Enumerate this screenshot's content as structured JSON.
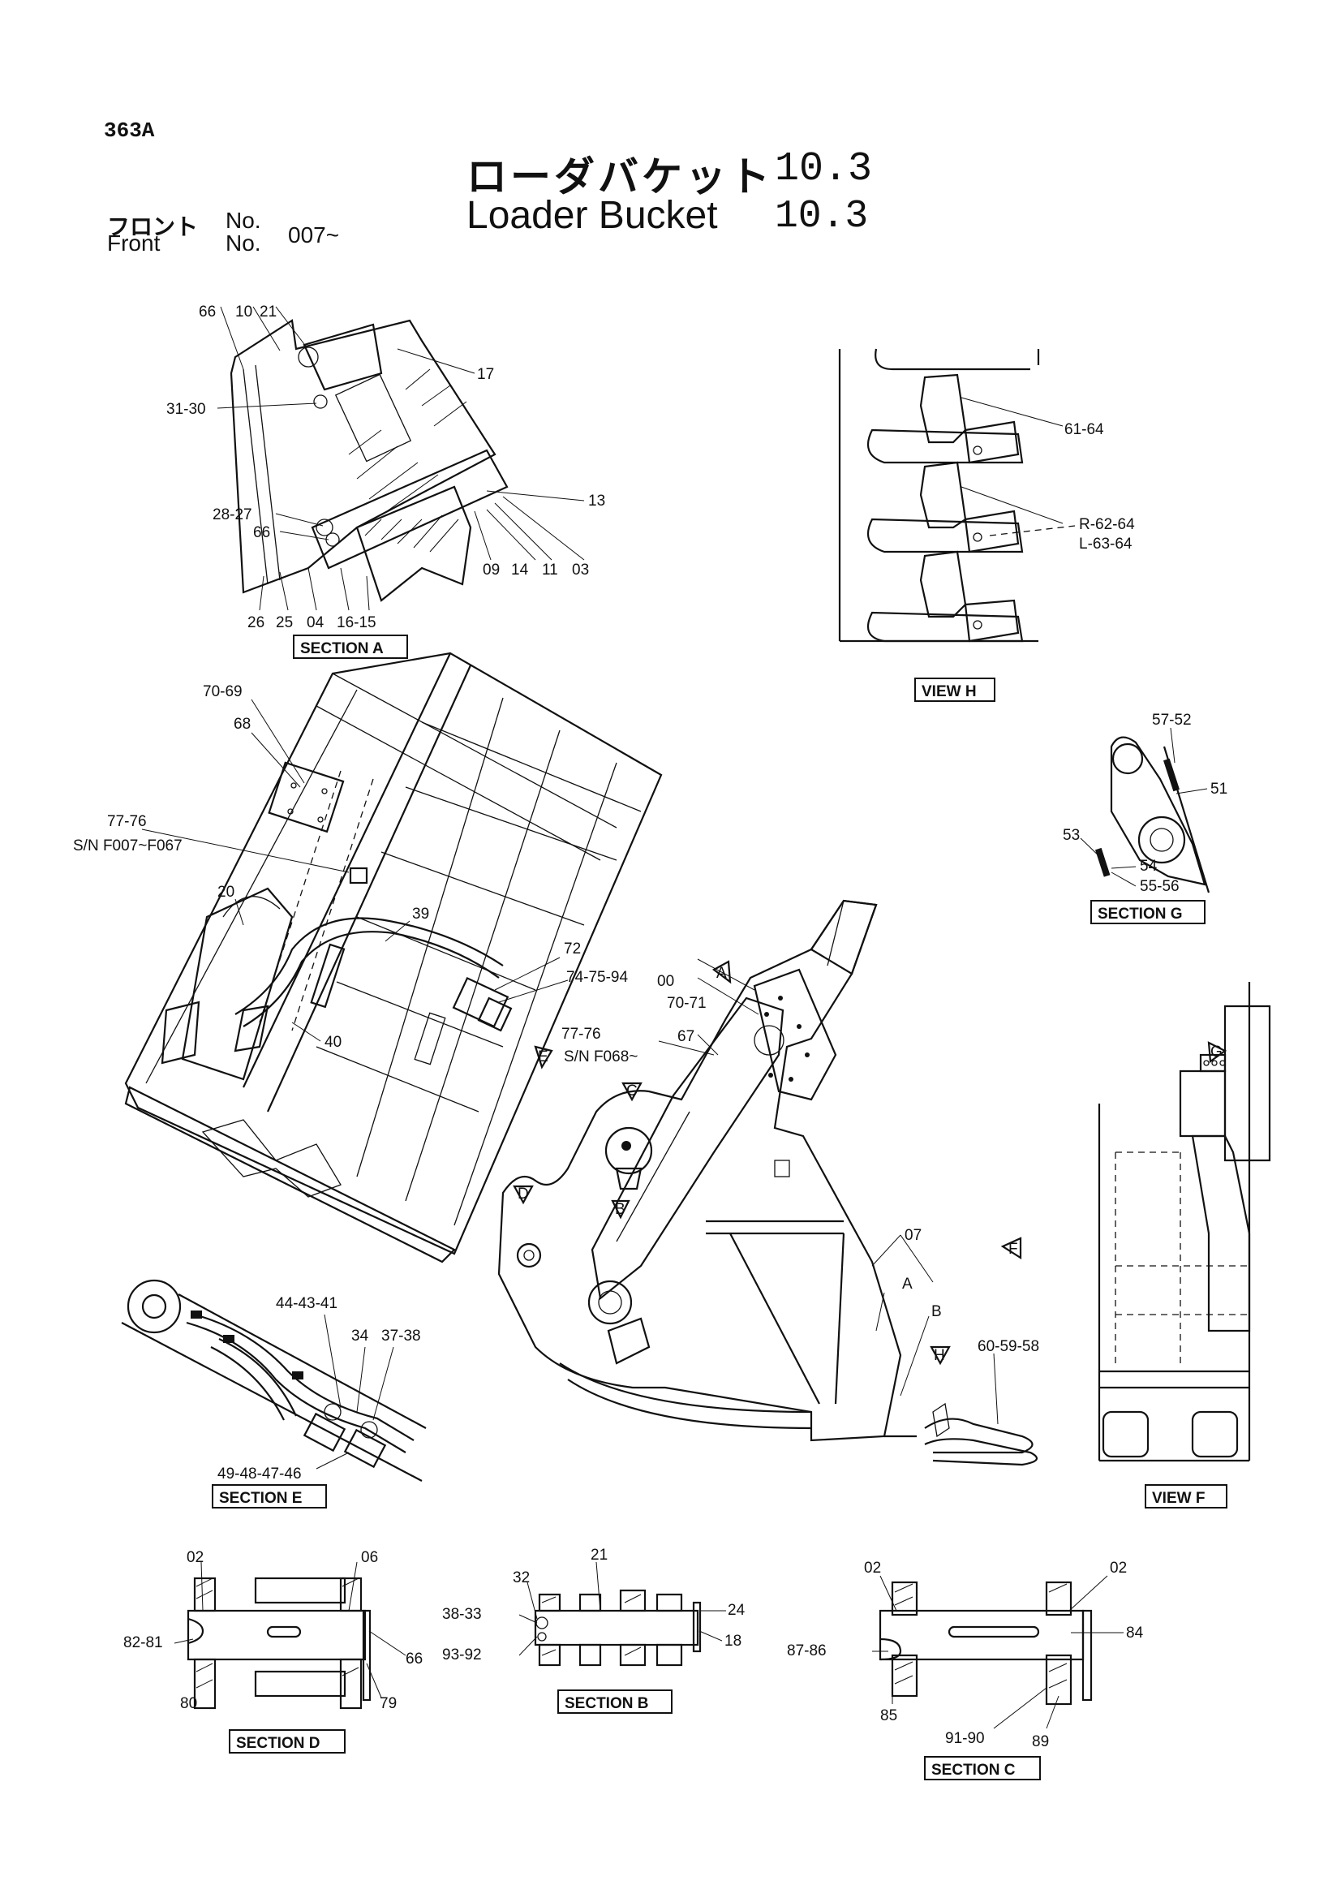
{
  "page": {
    "number": "363A"
  },
  "title": {
    "jp": "ローダバケット",
    "en": "Loader Bucket",
    "version": "10.3"
  },
  "front": {
    "jp": "フロント",
    "en": "Front",
    "no_label": "No.",
    "serial": "007~"
  },
  "sections": {
    "a": "SECTION A",
    "b": "SECTION B",
    "c": "SECTION C",
    "d": "SECTION D",
    "e": "SECTION E",
    "g": "SECTION G",
    "view_h": "VIEW H",
    "view_f": "VIEW F"
  },
  "labels": {
    "secA": [
      "66",
      "10",
      "21",
      "17",
      "31-30",
      "13",
      "28-27",
      "66",
      "09",
      "14",
      "11",
      "03",
      "26",
      "25",
      "04",
      "16-15"
    ],
    "viewH": [
      "61-64",
      "R-62-64",
      "L-63-64"
    ],
    "secG": [
      "57-52",
      "51",
      "53",
      "54",
      "55-56"
    ],
    "body": [
      "70-69",
      "68",
      "77-76",
      "S/N F007~F067",
      "20",
      "39",
      "72",
      "74-75-94",
      "40",
      "00",
      "70-71",
      "77-76",
      "S/N F068~",
      "67",
      "07",
      "A",
      "B",
      "60-59-58"
    ],
    "markers": [
      "A",
      "E",
      "C",
      "B",
      "D",
      "F",
      "H",
      "G"
    ],
    "secE": [
      "44-43-41",
      "34",
      "37-38",
      "49-48-47-46"
    ],
    "secD": [
      "02",
      "06",
      "82-81",
      "66",
      "80",
      "79"
    ],
    "secB": [
      "21",
      "32",
      "24",
      "38-33",
      "18",
      "93-92"
    ],
    "secC": [
      "02",
      "02",
      "84",
      "87-86",
      "85",
      "91-90",
      "89"
    ]
  }
}
